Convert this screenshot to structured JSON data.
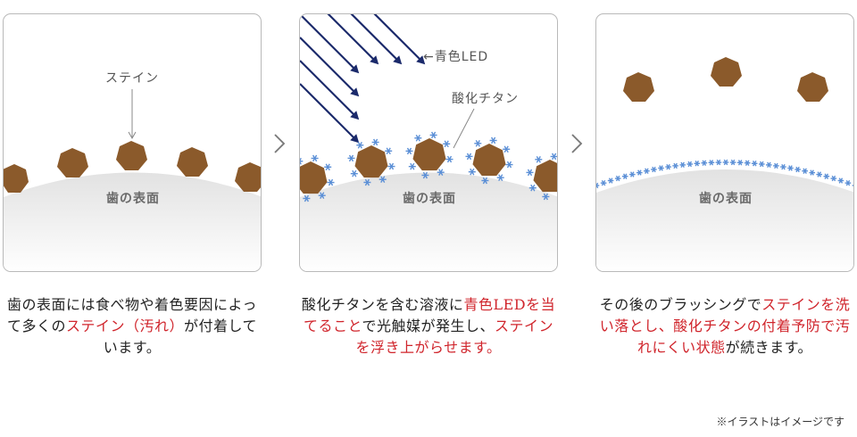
{
  "panels": [
    {
      "stain_label": "ステイン",
      "surface_label": "歯の表面",
      "caption": [
        {
          "text": "歯の表面には食べ物や着色要因によって多くの"
        },
        {
          "text": "ステイン（汚れ）",
          "highlight": true
        },
        {
          "text": "が付着しています。"
        }
      ]
    },
    {
      "light_label": "←青色LED",
      "coating_label": "酸化チタン",
      "surface_label": "歯の表面",
      "caption": [
        {
          "text": "酸化チタンを含む溶液に"
        },
        {
          "text": "青色LEDを当てること",
          "highlight": true
        },
        {
          "text": "で光触媒が発生し、"
        },
        {
          "text": "ステインを浮き上がらせます。",
          "highlight": true
        }
      ]
    },
    {
      "surface_label": "歯の表面",
      "caption": [
        {
          "text": "その後のブラッシングで"
        },
        {
          "text": "ステインを洗い落とし、酸化チタンの付着予防で汚れにくい状態",
          "highlight": true
        },
        {
          "text": "が続きます。"
        }
      ]
    }
  ],
  "footnote": "※イラストはイメージです",
  "colors": {
    "stain": "#8b5a2b",
    "led": "#1b2a6b",
    "titanium": "#5b8fd6",
    "highlight": "#d0252c",
    "border": "#b9b9b9"
  }
}
